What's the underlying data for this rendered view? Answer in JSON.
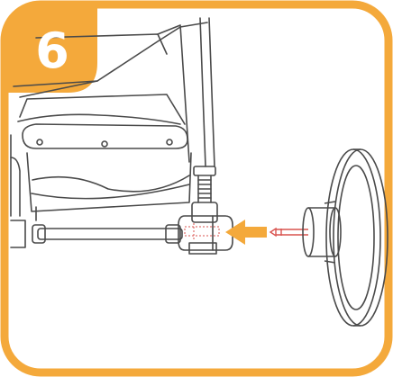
{
  "step": {
    "number": "6"
  },
  "colors": {
    "accent": "#F4A93B",
    "line": "#4a4a4a",
    "detail": "#d9534f",
    "background": "#ffffff"
  },
  "icons": {
    "arrow": "left-arrow-icon",
    "stroller": "stroller-line-drawing",
    "wheel": "wheel-line-drawing"
  }
}
